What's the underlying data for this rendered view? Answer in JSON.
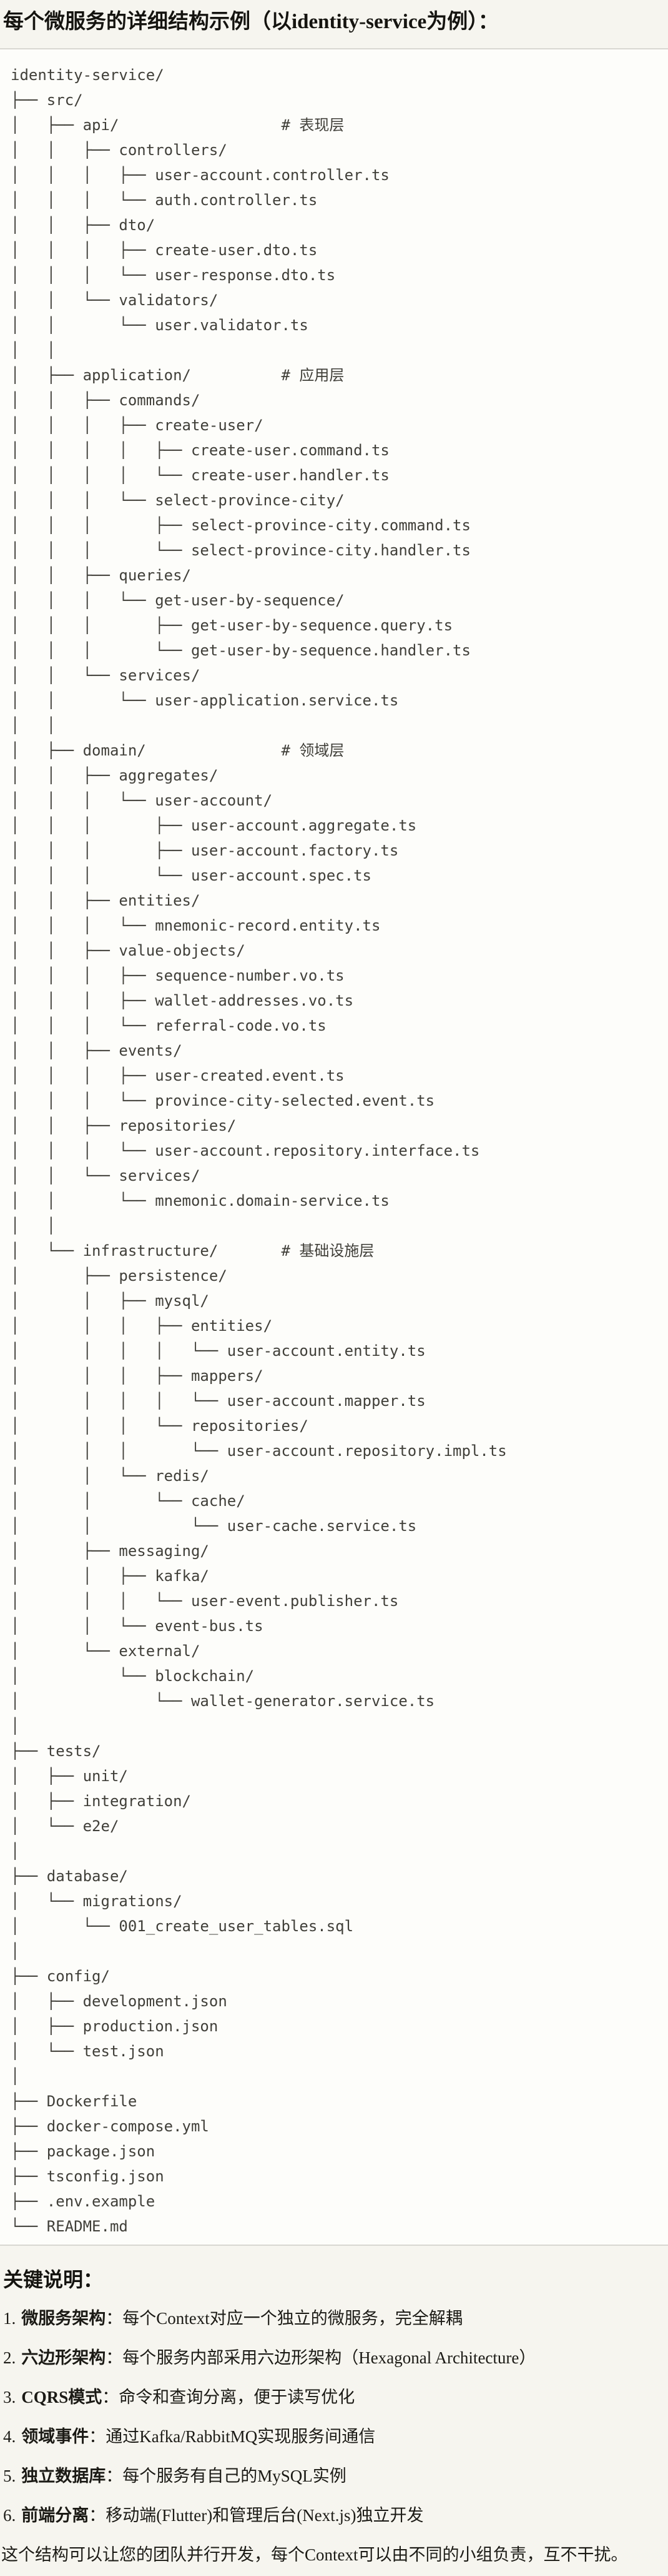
{
  "page": {
    "title": "每个微服务的详细结构示例（以identity-service为例）：",
    "background_color": "#f6f5ef"
  },
  "code_block": {
    "background_color": "#fdfdfa",
    "border_color": "#d9d8d2",
    "text_color": "#403f39",
    "lines": [
      "identity-service/",
      "├── src/",
      "│   ├── api/                  # 表现层",
      "│   │   ├── controllers/",
      "│   │   │   ├── user-account.controller.ts",
      "│   │   │   └── auth.controller.ts",
      "│   │   ├── dto/",
      "│   │   │   ├── create-user.dto.ts",
      "│   │   │   └── user-response.dto.ts",
      "│   │   └── validators/",
      "│   │       └── user.validator.ts",
      "│   │",
      "│   ├── application/          # 应用层",
      "│   │   ├── commands/",
      "│   │   │   ├── create-user/",
      "│   │   │   │   ├── create-user.command.ts",
      "│   │   │   │   └── create-user.handler.ts",
      "│   │   │   └── select-province-city/",
      "│   │   │       ├── select-province-city.command.ts",
      "│   │   │       └── select-province-city.handler.ts",
      "│   │   ├── queries/",
      "│   │   │   └── get-user-by-sequence/",
      "│   │   │       ├── get-user-by-sequence.query.ts",
      "│   │   │       └── get-user-by-sequence.handler.ts",
      "│   │   └── services/",
      "│   │       └── user-application.service.ts",
      "│   │",
      "│   ├── domain/               # 领域层",
      "│   │   ├── aggregates/",
      "│   │   │   └── user-account/",
      "│   │   │       ├── user-account.aggregate.ts",
      "│   │   │       ├── user-account.factory.ts",
      "│   │   │       └── user-account.spec.ts",
      "│   │   ├── entities/",
      "│   │   │   └── mnemonic-record.entity.ts",
      "│   │   ├── value-objects/",
      "│   │   │   ├── sequence-number.vo.ts",
      "│   │   │   ├── wallet-addresses.vo.ts",
      "│   │   │   └── referral-code.vo.ts",
      "│   │   ├── events/",
      "│   │   │   ├── user-created.event.ts",
      "│   │   │   └── province-city-selected.event.ts",
      "│   │   ├── repositories/",
      "│   │   │   └── user-account.repository.interface.ts",
      "│   │   └── services/",
      "│   │       └── mnemonic.domain-service.ts",
      "│   │",
      "│   └── infrastructure/       # 基础设施层",
      "│       ├── persistence/",
      "│       │   ├── mysql/",
      "│       │   │   ├── entities/",
      "│       │   │   │   └── user-account.entity.ts",
      "│       │   │   ├── mappers/",
      "│       │   │   │   └── user-account.mapper.ts",
      "│       │   │   └── repositories/",
      "│       │   │       └── user-account.repository.impl.ts",
      "│       │   └── redis/",
      "│       │       └── cache/",
      "│       │           └── user-cache.service.ts",
      "│       ├── messaging/",
      "│       │   ├── kafka/",
      "│       │   │   └── user-event.publisher.ts",
      "│       │   └── event-bus.ts",
      "│       └── external/",
      "│           └── blockchain/",
      "│               └── wallet-generator.service.ts",
      "│",
      "├── tests/",
      "│   ├── unit/",
      "│   ├── integration/",
      "│   └── e2e/",
      "│",
      "├── database/",
      "│   └── migrations/",
      "│       └── 001_create_user_tables.sql",
      "│",
      "├── config/",
      "│   ├── development.json",
      "│   ├── production.json",
      "│   └── test.json",
      "│",
      "├── Dockerfile",
      "├── docker-compose.yml",
      "├── package.json",
      "├── tsconfig.json",
      "├── .env.example",
      "└── README.md"
    ]
  },
  "notes": {
    "heading": "关键说明：",
    "items": [
      {
        "num": "1.",
        "label": "微服务架构",
        "rest": "：每个Context对应一个独立的微服务，完全解耦"
      },
      {
        "num": "2.",
        "label": "六边形架构",
        "rest": "：每个服务内部采用六边形架构（Hexagonal Architecture）"
      },
      {
        "num": "3.",
        "label": "CQRS模式",
        "rest": "：命令和查询分离，便于读写优化"
      },
      {
        "num": "4.",
        "label": "领域事件",
        "rest": "：通过Kafka/RabbitMQ实现服务间通信"
      },
      {
        "num": "5.",
        "label": "独立数据库",
        "rest": "：每个服务有自己的MySQL实例"
      },
      {
        "num": "6.",
        "label": "前端分离",
        "rest": "：移动端(Flutter)和管理后台(Next.js)独立开发"
      }
    ],
    "closing": "这个结构可以让您的团队并行开发，每个Context可以由不同的小组负责，互不干扰。"
  }
}
